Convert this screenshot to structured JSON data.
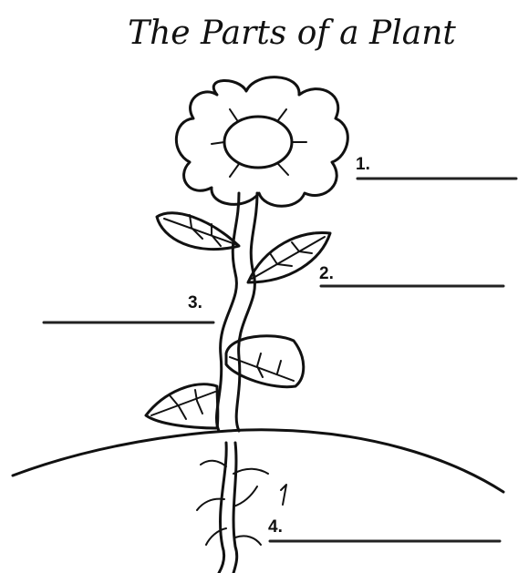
{
  "title": "The Parts of a Plant",
  "labels": [
    {
      "number": "1.",
      "answer": ""
    },
    {
      "number": "2.",
      "answer": ""
    },
    {
      "number": "3.",
      "answer": ""
    },
    {
      "number": "4.",
      "answer": ""
    }
  ]
}
